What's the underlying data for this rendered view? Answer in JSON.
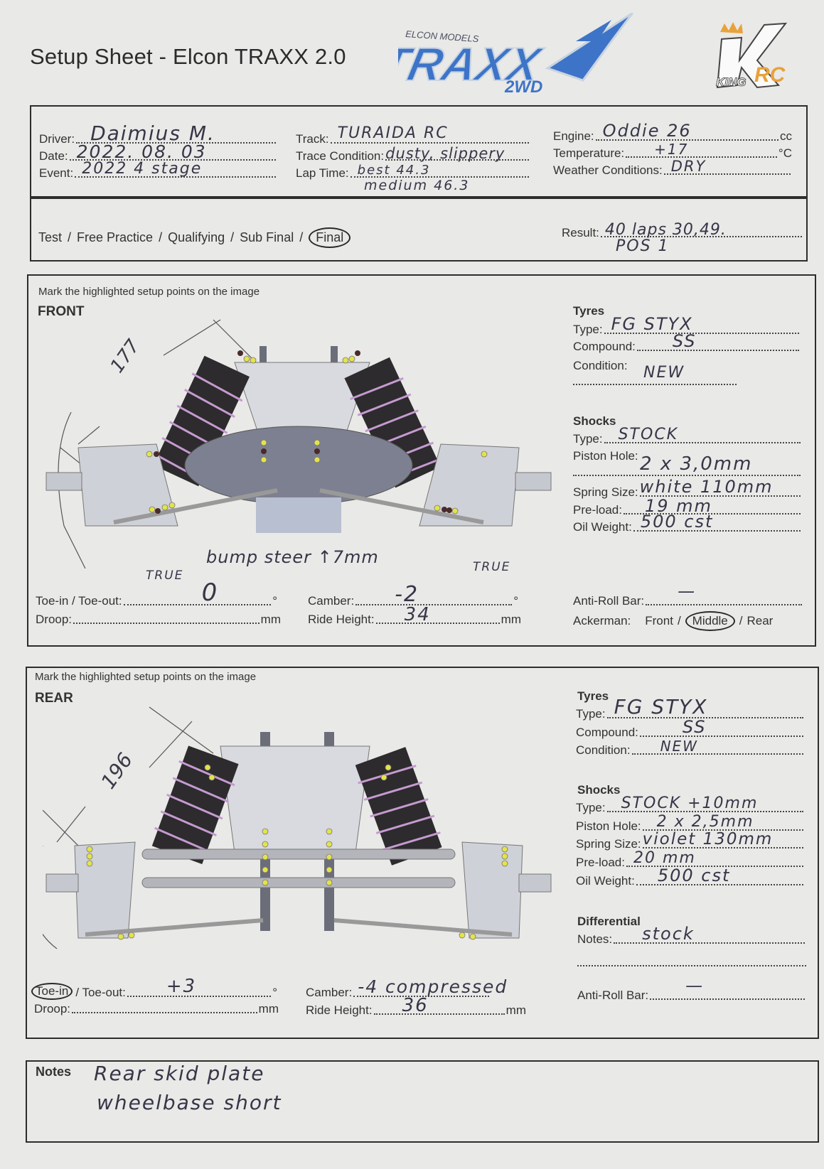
{
  "header": {
    "title": "Setup Sheet - Elcon TRAXX 2.0",
    "logos": {
      "traxx": {
        "top_text": "ELCON MODELS",
        "main_text": "TRAXX",
        "sub_text": "2WD",
        "color": "#3d74c7"
      },
      "king": {
        "main_text": "K",
        "sub_text": "KING",
        "accent_text": "RC",
        "color": "#e8a23a"
      }
    }
  },
  "event_info": {
    "driver": {
      "label": "Driver:",
      "value": "Daimius M."
    },
    "date": {
      "label": "Date:",
      "value": "2022. 08. 03"
    },
    "event": {
      "label": "Event:",
      "value": "2022 4 stage"
    },
    "track": {
      "label": "Track:",
      "value": "TURAIDA RC"
    },
    "trace_condition": {
      "label": "Trace Condition:",
      "value": "dusty, slippery"
    },
    "lap_time": {
      "label": "Lap Time:",
      "value": "best 44.3",
      "value2": "medium 46.3"
    },
    "engine": {
      "label": "Engine:",
      "value": "Oddie 26",
      "unit": "cc"
    },
    "temperature": {
      "label": "Temperature:",
      "value": "+17",
      "unit": "°C"
    },
    "weather": {
      "label": "Weather Conditions:",
      "value": "DRY"
    }
  },
  "session": {
    "options": [
      "Test",
      "Free Practice",
      "Qualifying",
      "Sub Final",
      "Final"
    ],
    "separator": "/",
    "selected": "Final",
    "result_label": "Result:",
    "result_value": "40 laps   30,49.",
    "result_value2": "POS 1"
  },
  "front": {
    "instruction": "Mark the highlighted setup points on the image",
    "heading": "FRONT",
    "annotations": {
      "angle": "177",
      "bump": "bump steer ↑7mm",
      "true_left": "TRUE",
      "true_right": "TRUE"
    },
    "tyres": {
      "heading": "Tyres",
      "type": {
        "label": "Type:",
        "value": "FG STYX"
      },
      "compound": {
        "label": "Compound:",
        "value": "SS"
      },
      "condition": {
        "label": "Condition:",
        "value": "NEW"
      }
    },
    "shocks": {
      "heading": "Shocks",
      "type": {
        "label": "Type:",
        "value": "STOCK"
      },
      "piston_hole": {
        "label": "Piston Hole:",
        "value": "2 x 3,0mm"
      },
      "spring_size": {
        "label": "Spring Size:",
        "value": "white 110mm"
      },
      "preload": {
        "label": "Pre-load:",
        "value": "19 mm"
      },
      "oil_weight": {
        "label": "Oil Weight:",
        "value": "500 cst"
      }
    },
    "toe": {
      "label": "Toe-in / Toe-out:",
      "value": "0",
      "unit": "°"
    },
    "droop": {
      "label": "Droop:",
      "value": "",
      "unit": "mm"
    },
    "camber": {
      "label": "Camber:",
      "value": "-2",
      "unit": "°"
    },
    "ride_height": {
      "label": "Ride Height:",
      "value": "34",
      "unit": "mm"
    },
    "anti_roll_bar": {
      "label": "Anti-Roll Bar:",
      "value": "—"
    },
    "ackerman": {
      "label": "Ackerman:",
      "options": [
        "Front",
        "Middle",
        "Rear"
      ],
      "selected": "Middle"
    }
  },
  "rear": {
    "instruction": "Mark the highlighted setup points on the image",
    "heading": "REAR",
    "annotations": {
      "angle": "196"
    },
    "tyres": {
      "heading": "Tyres",
      "type": {
        "label": "Type:",
        "value": "FG STYX"
      },
      "compound": {
        "label": "Compound:",
        "value": "SS"
      },
      "condition": {
        "label": "Condition:",
        "value": "NEW"
      }
    },
    "shocks": {
      "heading": "Shocks",
      "type": {
        "label": "Type:",
        "value": "STOCK +10mm"
      },
      "piston_hole": {
        "label": "Piston Hole:",
        "value": "2 x 2,5mm"
      },
      "spring_size": {
        "label": "Spring Size:",
        "value": "violet 130mm"
      },
      "preload": {
        "label": "Pre-load:",
        "value": "20 mm"
      },
      "oil_weight": {
        "label": "Oil Weight:",
        "value": "500 cst"
      }
    },
    "differential": {
      "heading": "Differential",
      "notes_label": "Notes:",
      "notes_value": "stock"
    },
    "toe": {
      "label_in": "Toe-in",
      "label_out": "/ Toe-out:",
      "selected": "Toe-in",
      "value": "+3",
      "unit": "°"
    },
    "droop": {
      "label": "Droop:",
      "value": "",
      "unit": "mm"
    },
    "camber": {
      "label": "Camber:",
      "value": "-4 compressed"
    },
    "ride_height": {
      "label": "Ride Height:",
      "value": "36",
      "unit": "mm"
    },
    "anti_roll_bar": {
      "label": "Anti-Roll Bar:",
      "value": "—"
    }
  },
  "notes": {
    "heading": "Notes",
    "line1": "Rear skid plate",
    "line2": "wheelbase short"
  }
}
